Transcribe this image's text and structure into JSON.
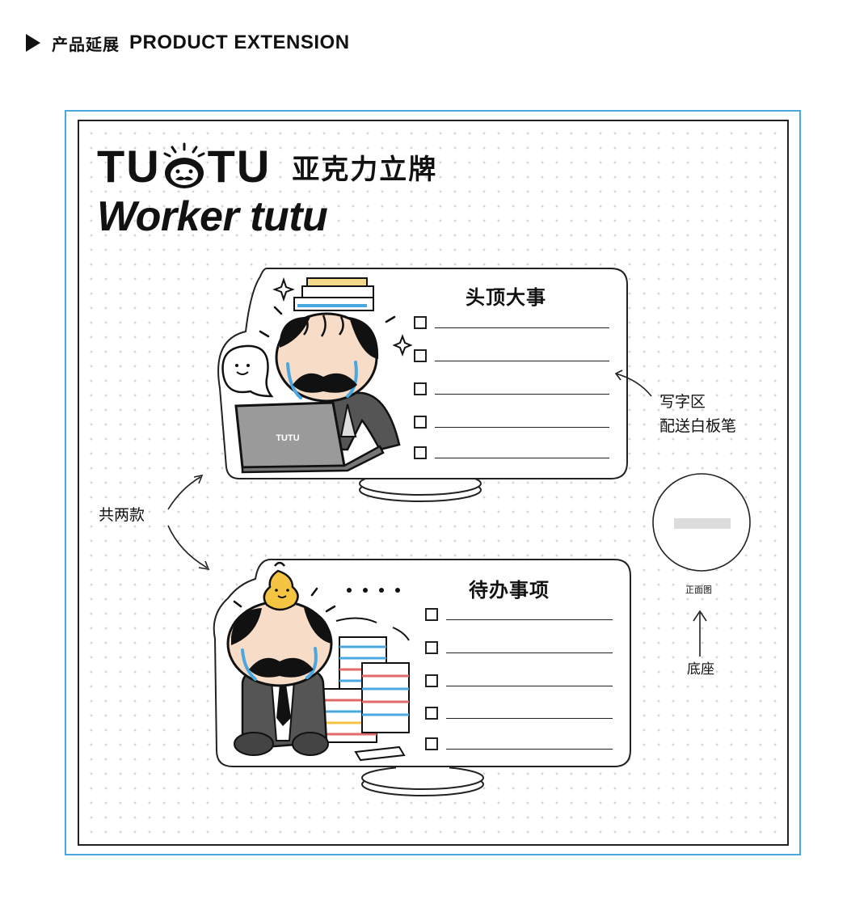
{
  "section": {
    "title_cn": "产品延展",
    "title_en": "PRODUCT EXTENSION"
  },
  "product": {
    "logo_left": "TU",
    "logo_right": "TU",
    "title_cn": "亚克力立牌",
    "subtitle": "Worker tutu"
  },
  "card_top": {
    "title": "头顶大事",
    "laptop_brand": "TUTU",
    "checklist_count": 5
  },
  "card_bottom": {
    "title": "待办事项",
    "checklist_count": 5
  },
  "annotations": {
    "two_styles": "共两款",
    "writing_area_line1": "写字区",
    "writing_area_line2": "配送白板笔",
    "front_view": "正面图",
    "base": "底座"
  },
  "colors": {
    "accent_blue": "#4aa8e0",
    "ink": "#111111",
    "pear": "#f5c443"
  },
  "icons": [
    "play-triangle-icon",
    "tutu-face-logo-icon",
    "arrow-icon",
    "sparkle-icon",
    "ghost-icon",
    "laptop-icon",
    "pear-icon"
  ]
}
